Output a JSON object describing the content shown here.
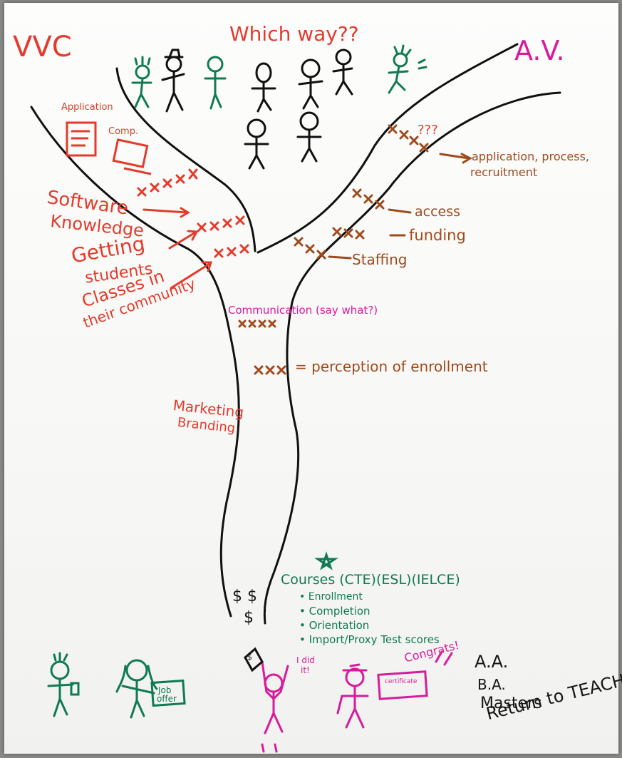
{
  "colors": {
    "red": "#e43a2c",
    "brown": "#a04a1c",
    "green": "#0f7a55",
    "pink": "#d81b9c",
    "black": "#161616"
  },
  "top": {
    "left_label": "VVC",
    "center_question": "Which way??",
    "right_label": "A.V."
  },
  "left_barriers": {
    "application_icon_label": "Application",
    "computer_icon_label": "Comp.",
    "software": [
      "Software",
      "Knowledge"
    ],
    "getting_students": [
      "Getting",
      "students"
    ],
    "classes": [
      "Classes in",
      "their community"
    ],
    "marketing": [
      "Marketing",
      "Branding"
    ]
  },
  "right_barriers": {
    "question_marks": "???",
    "application": [
      "application, process,",
      "recruitment"
    ],
    "access": "access",
    "funding": "funding",
    "staffing": "Staffing"
  },
  "trunk_barriers": {
    "communication": "Communication (say what?)",
    "perception": "= perception of enrollment"
  },
  "courses": {
    "title": "Courses (CTE)(ESL)(IELCE)",
    "bullets": [
      "Enrollment",
      "Completion",
      "Orientation",
      "Import/Proxy Test scores"
    ],
    "dollar": "$ $",
    "dollar2": "$"
  },
  "outcomes": {
    "job_offer": [
      "Job",
      "offer"
    ],
    "i_did_it": [
      "I did",
      "it!"
    ],
    "sign": "$",
    "certificate": "certificate",
    "congrats": "Congrats!",
    "degrees": [
      "A.A.",
      "B.A.",
      "Masters",
      "Return to TEACH"
    ]
  }
}
